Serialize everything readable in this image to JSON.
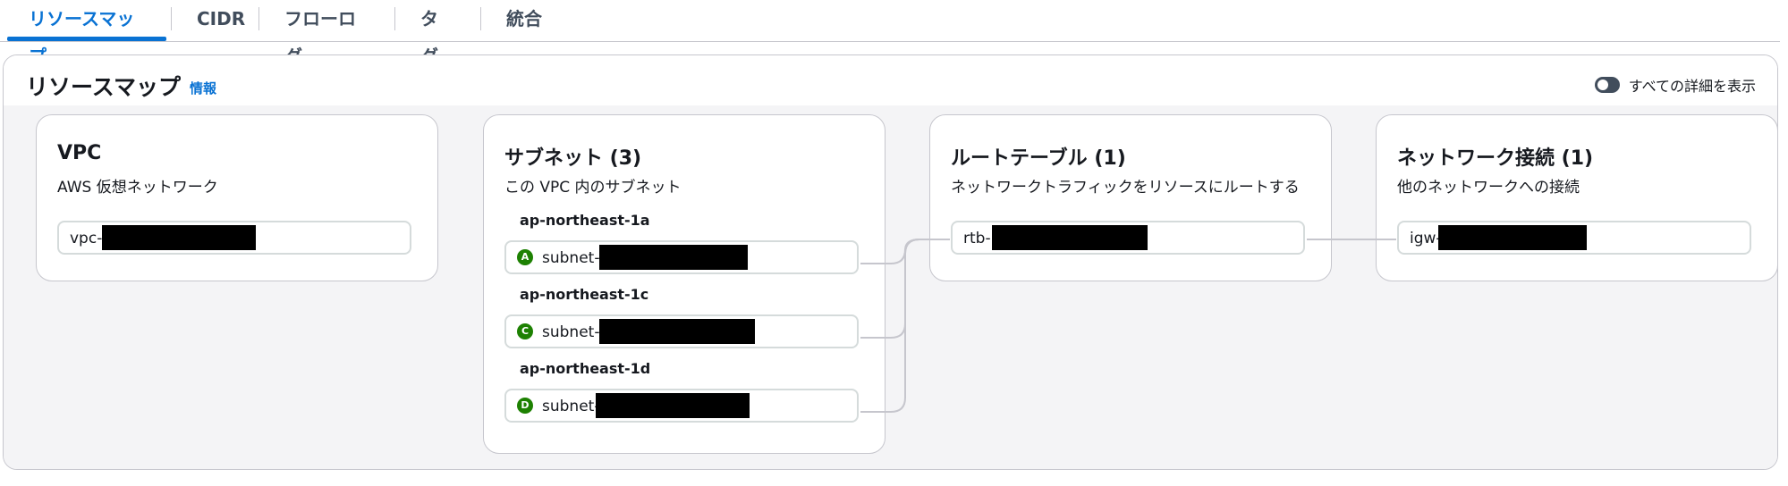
{
  "tabs": [
    {
      "label": "リソースマップ",
      "active": true
    },
    {
      "label": "CIDR",
      "active": false
    },
    {
      "label": "フローログ",
      "active": false
    },
    {
      "label": "タグ",
      "active": false
    },
    {
      "label": "統合",
      "active": false
    }
  ],
  "panel": {
    "title": "リソースマップ",
    "info_link": "情報",
    "toggle_label": "すべての詳細を表示",
    "toggle_on": false
  },
  "vpc_card": {
    "title": "VPC",
    "subtitle": "AWS 仮想ネットワーク",
    "item": "vpc-"
  },
  "subnet_card": {
    "title": "サブネット (3)",
    "subtitle": "この VPC 内のサブネット",
    "groups": [
      {
        "az": "ap-northeast-1a",
        "badge": "A",
        "item": "subnet-"
      },
      {
        "az": "ap-northeast-1c",
        "badge": "C",
        "item": "subnet-"
      },
      {
        "az": "ap-northeast-1d",
        "badge": "D",
        "item": "subnet-"
      }
    ]
  },
  "route_card": {
    "title": "ルートテーブル (1)",
    "subtitle": "ネットワークトラフィックをリソースにルートする",
    "item": "rtb-"
  },
  "network_card": {
    "title": "ネットワーク接続 (1)",
    "subtitle": "他のネットワークへの接続",
    "item": "igw-"
  },
  "colors": {
    "accent": "#0972d3",
    "badge": "#1d8102",
    "border": "#c6c6cd",
    "canvas": "#f4f4f6"
  }
}
